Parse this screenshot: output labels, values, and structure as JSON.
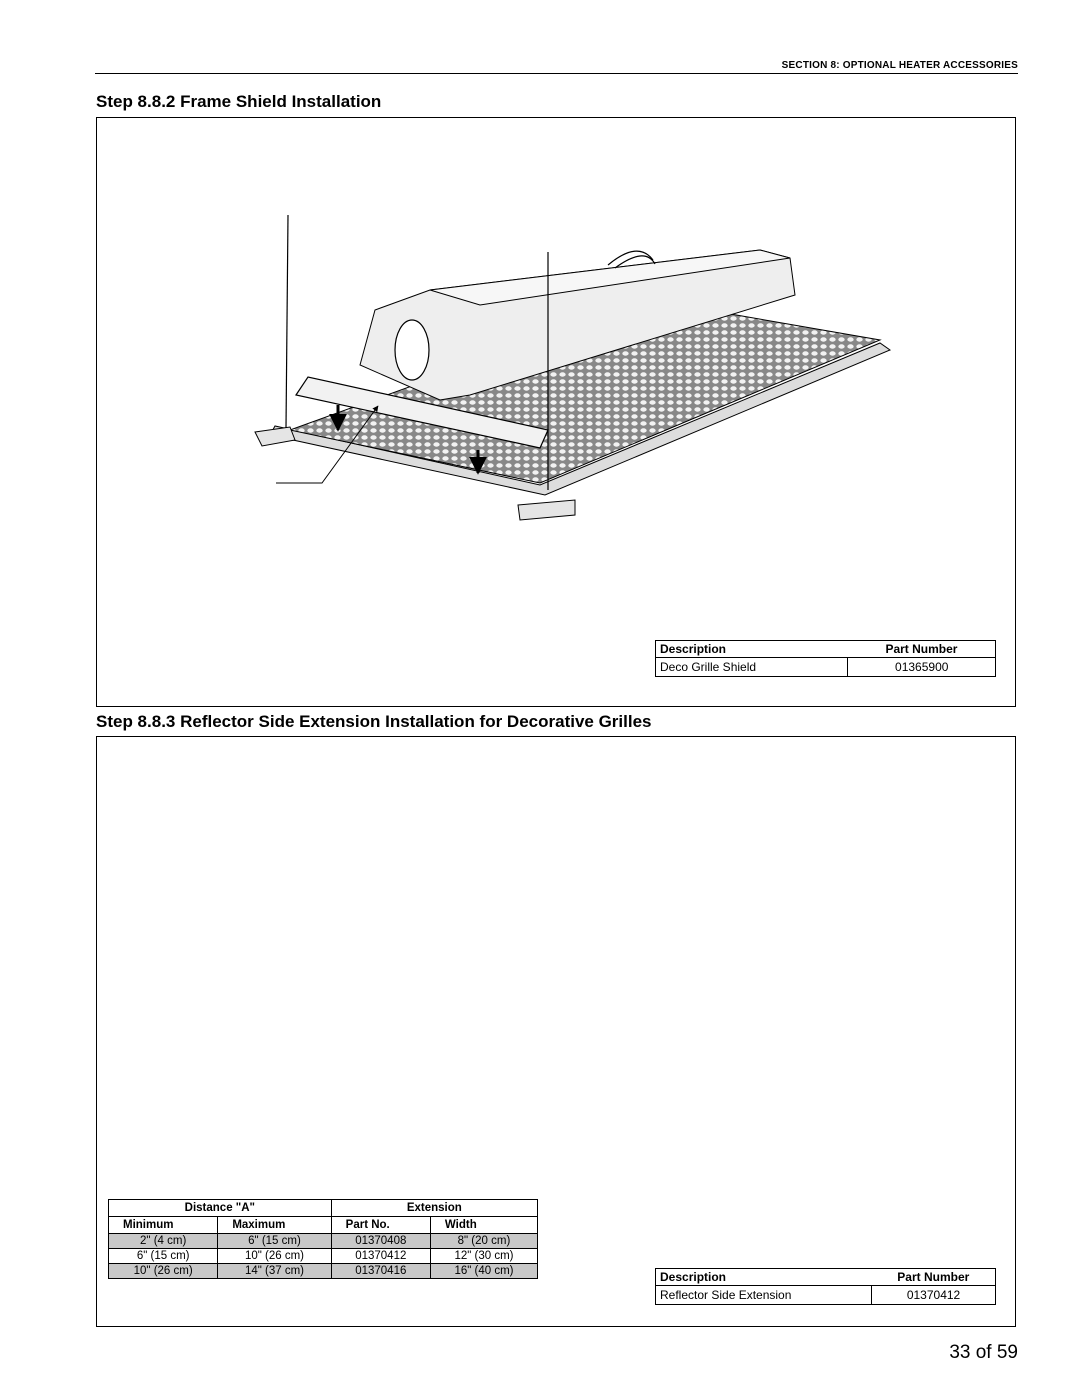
{
  "header": {
    "section_text": "SECTION 8: OPTIONAL HEATER ACCESSORIES"
  },
  "step1": {
    "title": "Step 8.8.2 Frame Shield Installation",
    "parts_table": {
      "headers": [
        "Description",
        "Part Number"
      ],
      "rows": [
        [
          "Deco Grille Shield",
          "01365900"
        ]
      ]
    }
  },
  "step2": {
    "title": "Step 8.8.3 Reflector Side Extension Installation for Decorative Grilles",
    "ext_table": {
      "group_headers": [
        "Distance \"A\"",
        "Extension"
      ],
      "headers": [
        "Minimum",
        "Maximum",
        "Part No.",
        "Width"
      ],
      "rows": [
        [
          "2\" (4 cm)",
          "6\" (15 cm)",
          "01370408",
          "8\" (20 cm)"
        ],
        [
          "6\" (15 cm)",
          "10\" (26 cm)",
          "01370412",
          "12\" (30 cm)"
        ],
        [
          "10\" (26 cm)",
          "14\" (37 cm)",
          "01370416",
          "16\" (40 cm)"
        ]
      ]
    },
    "parts_table": {
      "headers": [
        "Description",
        "Part Number"
      ],
      "rows": [
        [
          "Reflector Side Extension",
          "01370412"
        ]
      ]
    }
  },
  "page": {
    "number": "33 of 59"
  }
}
